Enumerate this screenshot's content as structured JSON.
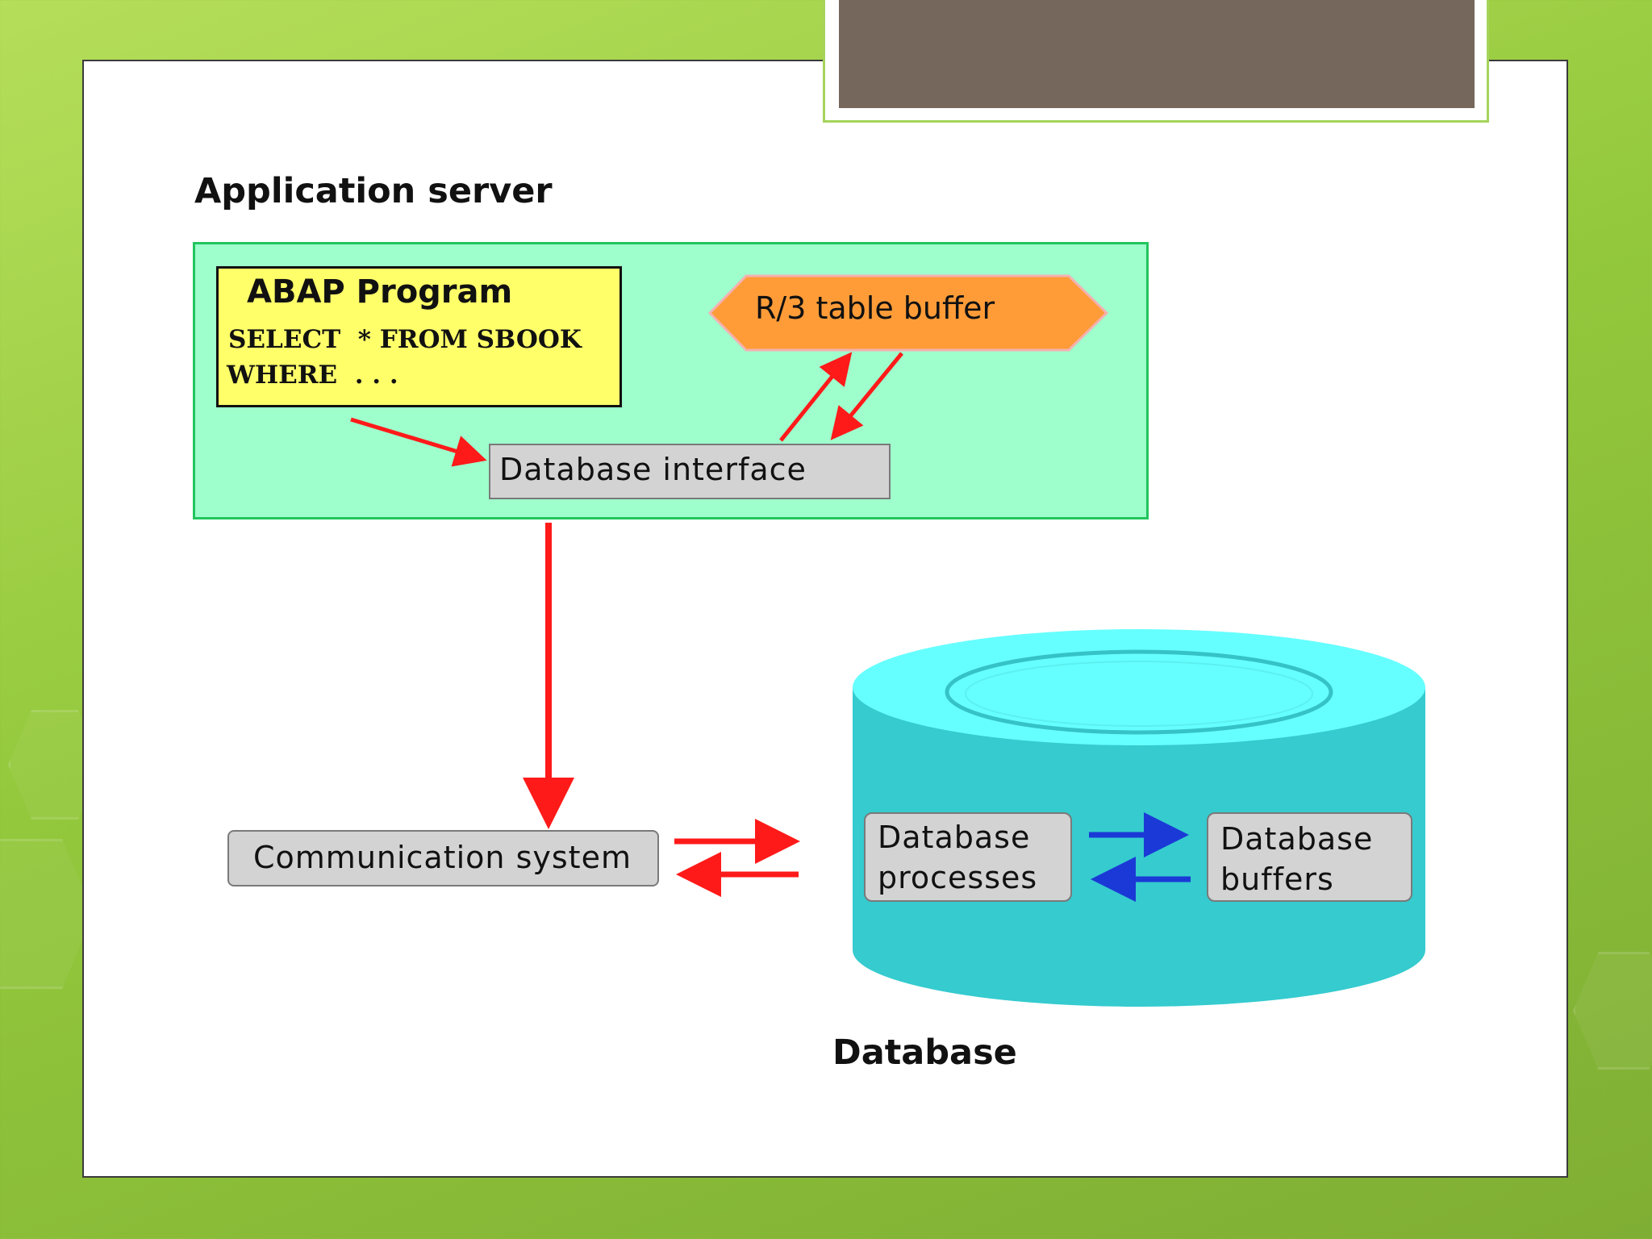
{
  "app_server": {
    "heading": "Application server",
    "abap": {
      "title": "ABAP Program",
      "code_line1": "SELECT  * FROM SBOOK",
      "code_line2": "WHERE  . . ."
    },
    "table_buffer_label": "R/3 table buffer",
    "db_interface_label": "Database interface"
  },
  "communication_label": "Communication system",
  "database": {
    "heading": "Database",
    "processes_label_line1": "Database",
    "processes_label_line2": "processes",
    "buffers_label_line1": "Database",
    "buffers_label_line2": "buffers"
  },
  "colors": {
    "app_fill": "#9effcc",
    "abap_fill": "#ffff6a",
    "buffer_fill": "#ff9c38",
    "arrow_red": "#ff1a1a",
    "arrow_blue": "#1b39d6",
    "cylinder_body": "#35cbcf",
    "cylinder_top": "#66ffff"
  }
}
